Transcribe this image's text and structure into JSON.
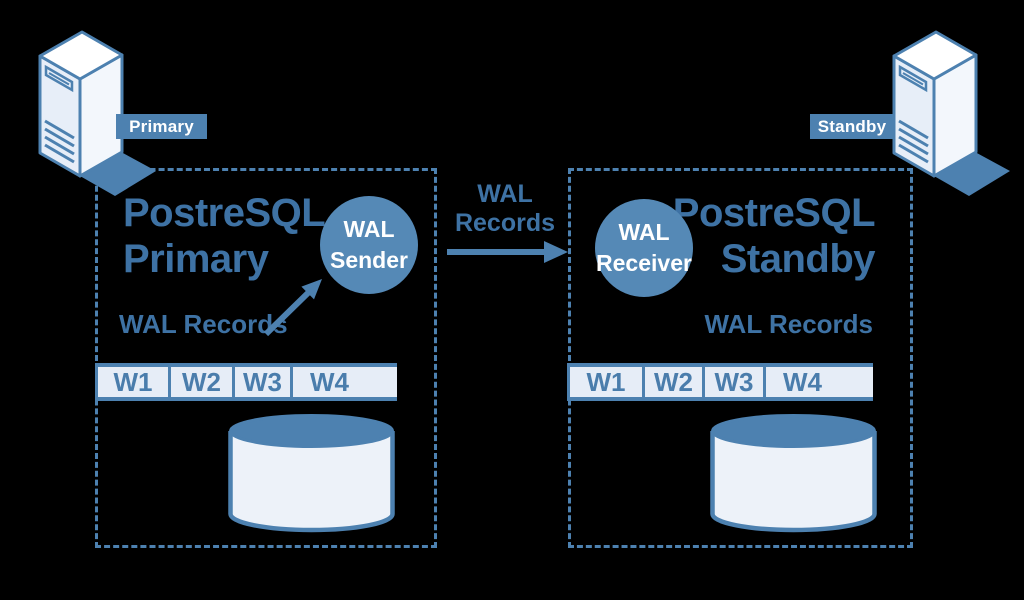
{
  "colors": {
    "background": "#000000",
    "accent": "#4d81b0",
    "circle_fill": "#5589b6",
    "text_blue": "#3e72a4",
    "light_fill": "#e6edf7",
    "badge_text": "#ffffff"
  },
  "primary_badge": {
    "label": "Primary"
  },
  "standby_badge": {
    "label": "Standby"
  },
  "left_box": {
    "title_line1": "PostreSQL",
    "title_line2": "Primary",
    "circle_line1": "WAL",
    "circle_line2": "Sender",
    "wal_label": "WAL Records",
    "segments": [
      "W1",
      "W2",
      "W3",
      "W4"
    ]
  },
  "middle": {
    "label_line1": "WAL",
    "label_line2": "Records"
  },
  "right_box": {
    "title_line1": "PostreSQL",
    "title_line2": "Standby",
    "circle_line1": "WAL",
    "circle_line2": "Receiver",
    "wal_label": "WAL Records",
    "segments": [
      "W1",
      "W2",
      "W3",
      "W4"
    ]
  }
}
